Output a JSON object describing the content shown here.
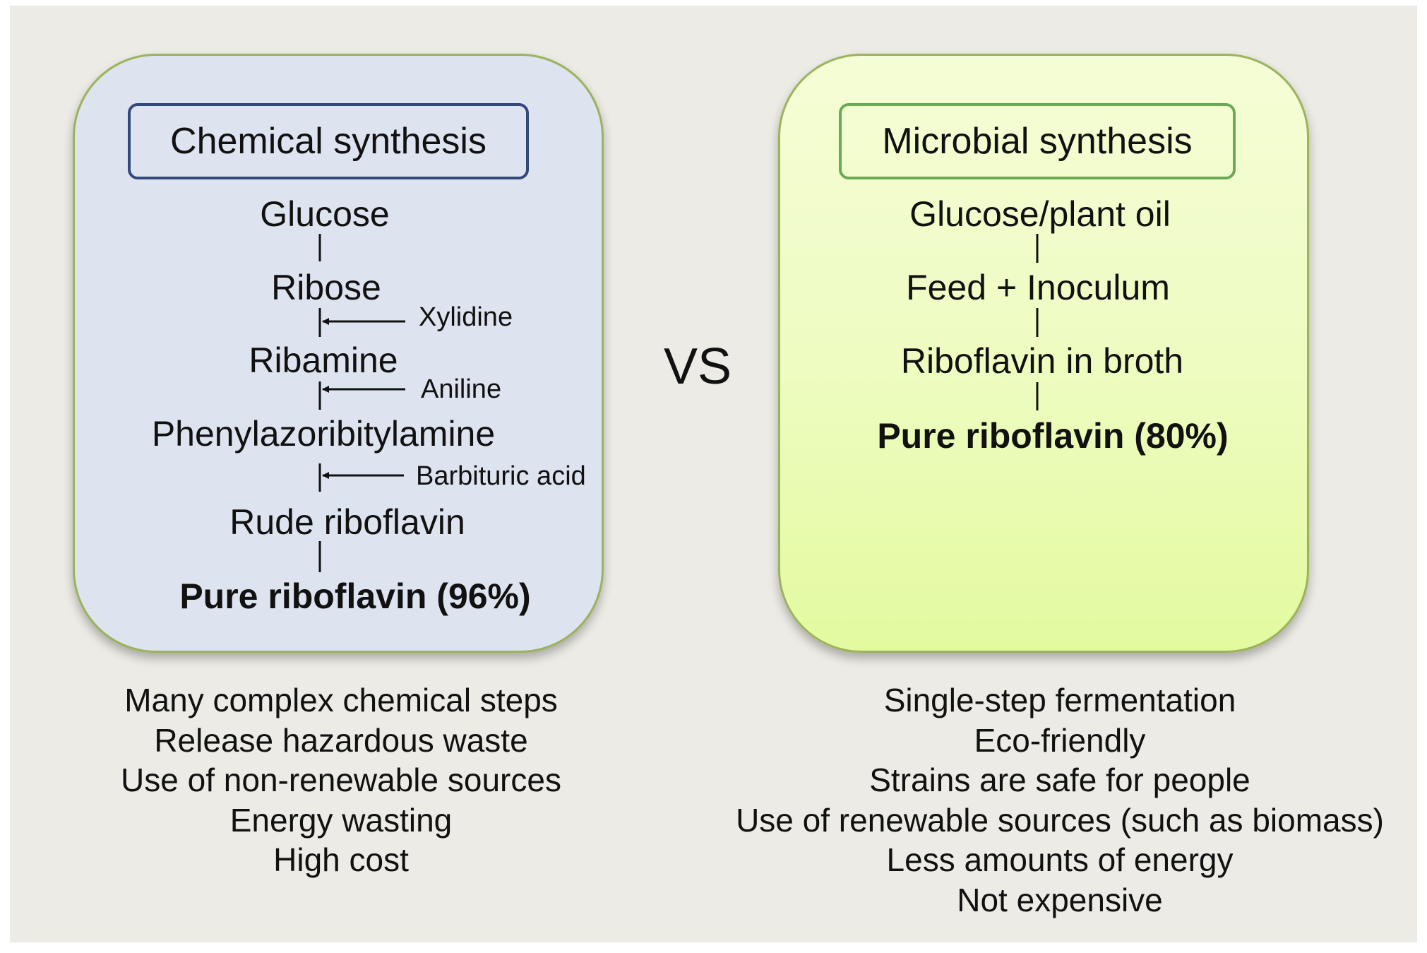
{
  "chemical": {
    "title": "Chemical synthesis",
    "steps": [
      "Glucose",
      "Ribose",
      "Ribamine",
      "Phenylazoribitylamine",
      "Rude riboflavin"
    ],
    "final": "Pure riboflavin (96%)",
    "reagents": [
      "Xylidine",
      "Aniline",
      "Barbituric acid"
    ],
    "properties": [
      "Many complex chemical steps",
      "Release hazardous waste",
      "Use of non-renewable sources",
      "Energy wasting",
      "High cost"
    ]
  },
  "microbial": {
    "title": "Microbial synthesis",
    "steps": [
      "Glucose/plant oil",
      "Feed + Inoculum",
      "Riboflavin in broth"
    ],
    "final": "Pure riboflavin (80%)",
    "properties": [
      "Single-step fermentation",
      "Eco-friendly",
      "Strains are safe for people",
      "Use of renewable sources (such as biomass)",
      "Less amounts of energy",
      "Not expensive"
    ]
  },
  "vs_label": "VS",
  "colors": {
    "background": "#ecebe5",
    "chemical_panel": "#dde3ef",
    "microbial_panel": "#eefcc2",
    "panel_border": "#9bb35a",
    "chemical_title_border": "#32497a",
    "microbial_title_border": "#6aaa57"
  }
}
